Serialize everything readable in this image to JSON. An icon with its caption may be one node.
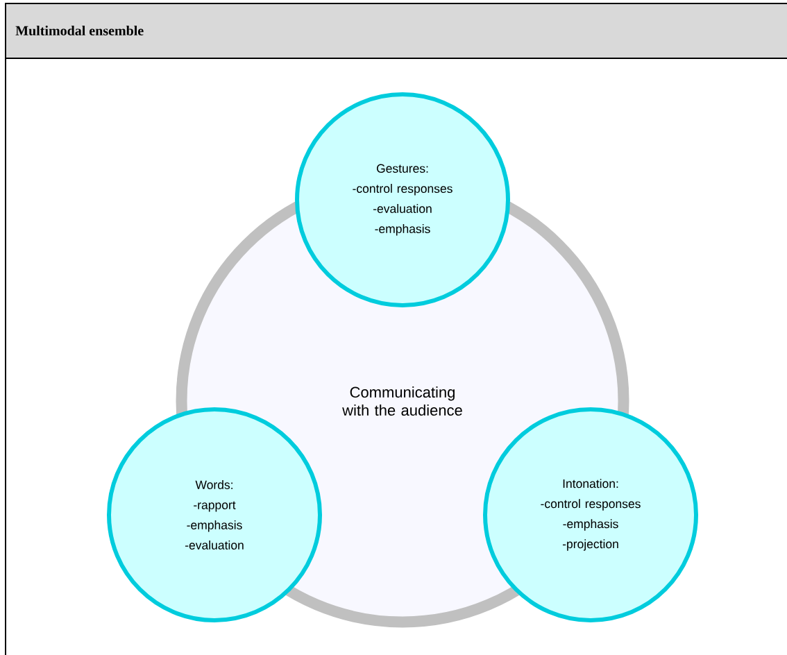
{
  "diagram": {
    "title": "Multimodal ensemble",
    "nodes": [
      {
        "text": [
          "Communicating with the audience"
        ]
      },
      {
        "text": [
          "Gestures:",
          "-control responses",
          "-evaluation",
          "-emphasis"
        ]
      },
      {
        "text": [
          "Words:",
          "-rapport",
          "-emphasis",
          "-evaluation"
        ]
      },
      {
        "text": [
          "Intonation:",
          "-control responses",
          "-emphasis",
          "-projection"
        ]
      }
    ]
  }
}
